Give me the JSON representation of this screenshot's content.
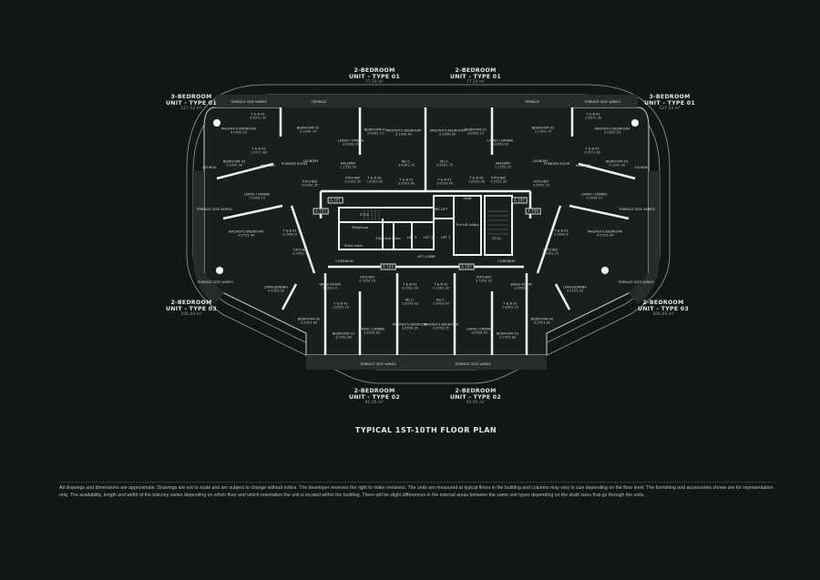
{
  "units": {
    "three_bed_left": {
      "line1": "3-BEDROOM",
      "line2": "UNIT - TYPE 01",
      "area": "127.53 m²"
    },
    "three_bed_right": {
      "line1": "3-BEDROOM",
      "line2": "UNIT - TYPE 01",
      "area": "127.53 m²"
    },
    "two_bed_t01_left": {
      "line1": "2-BEDROOM",
      "line2": "UNIT - TYPE 01",
      "area": "77.20 m²"
    },
    "two_bed_t01_right": {
      "line1": "2-BEDROOM",
      "line2": "UNIT - TYPE 01",
      "area": "77.20 m²"
    },
    "two_bed_t03_left": {
      "line1": "2-BEDROOM",
      "line2": "UNIT - TYPE 03",
      "area": "106.44 m²"
    },
    "two_bed_t03_right": {
      "line1": "2-BEDROOM",
      "line2": "UNIT - TYPE 03",
      "area": "106.44 m²"
    },
    "two_bed_t02_left": {
      "line1": "2-BEDROOM",
      "line2": "UNIT - TYPE 02",
      "area": "91.05 m²"
    },
    "two_bed_t02_right": {
      "line1": "2-BEDROOM",
      "line2": "UNIT - TYPE 02",
      "area": "91.05 m²"
    }
  },
  "rooms": [
    {
      "name": "TERRACE SIZE VARIES",
      "area": ""
    },
    {
      "name": "T & B 01",
      "area": "3.6071.90"
    },
    {
      "name": "MASTER'S BEDROOM",
      "area": "4.0005.20"
    },
    {
      "name": "BEDROOM 02",
      "area": "3.1094.74"
    },
    {
      "name": "T & B 02",
      "area": "2.0071.80"
    },
    {
      "name": "BEDROOM 03",
      "area": "3.2002.40"
    },
    {
      "name": "HALLWAY",
      "area": ""
    },
    {
      "name": "POWDER ROOM",
      "area": ""
    },
    {
      "name": "LAUNDRY",
      "area": ""
    },
    {
      "name": "LIVING / DINING",
      "area": "7.0006.15"
    },
    {
      "name": "KITCHEN",
      "area": "3.5002.50"
    },
    {
      "name": "TERRACE SIZE VARIES",
      "area": ""
    },
    {
      "name": "MASTER'S BEDROOM",
      "area": "4.0753.44"
    },
    {
      "name": "T & B 01",
      "area": "2.0006.0"
    },
    {
      "name": "KITCHEN",
      "area": "3.5052.25"
    },
    {
      "name": "TERRACE SIZE VARIES",
      "area": ""
    },
    {
      "name": "LIVING/DINING",
      "area": "4.4555.00"
    },
    {
      "name": "WASH ROOM",
      "area": "1.6003.0"
    },
    {
      "name": "T & B 01",
      "area": "1.8052.15"
    },
    {
      "name": "BEDROOM 02",
      "area": "4.0053.80"
    },
    {
      "name": "BEDROOM 01",
      "area": "3.2503.80"
    },
    {
      "name": "LIVING / DINING",
      "area": "3.6556.65"
    },
    {
      "name": "KITCHEN",
      "area": "3.7052.20"
    },
    {
      "name": "T & B 01",
      "area": "3.1002.40"
    },
    {
      "name": "W.I.C.",
      "area": "1.8053.43"
    },
    {
      "name": "MASTER'S BEDROOM",
      "area": "3.6556.35"
    },
    {
      "name": "TERRACE SIZE VARIES",
      "area": ""
    },
    {
      "name": "TERRACE",
      "area": ""
    },
    {
      "name": "LIVING / DINING",
      "area": "3.6056.20"
    },
    {
      "name": "BEDROOM 01",
      "area": "3.6005.15"
    },
    {
      "name": "MASTER'S BEDROOM",
      "area": "3.5006.60"
    },
    {
      "name": "HALLWAY",
      "area": "1.1553.50"
    },
    {
      "name": "W.I.C.",
      "area": "3.6301.75"
    },
    {
      "name": "KITCHEN",
      "area": "3.2052.50"
    },
    {
      "name": "T & B 02",
      "area": "1.8053.40"
    },
    {
      "name": "T & B 01",
      "area": "3.6053.60"
    },
    {
      "name": "LOUNGE",
      "area": ""
    },
    {
      "name": "CORRIDOR",
      "area": ""
    }
  ],
  "core": {
    "st02": "ST-02",
    "st01": "ST-01",
    "telephone": "Telephone",
    "electrical": "Electrical room",
    "store": "Store room",
    "lift3": "LIFT 3",
    "lift2": "LIFT 2",
    "lift1": "LIFT 1",
    "fire_lift": "FIRE LIFT",
    "fire_lift_lobby": "Fire Lift Lobby",
    "lift_lobby": "LIFT LOBBY",
    "shaft": "Shaft"
  },
  "tags": [
    "A-101",
    "A-102",
    "A-103",
    "A-104",
    "A-105",
    "A-106"
  ],
  "title": "TYPICAL 1ST-10TH FLOOR PLAN",
  "disclaimer": "All drawings and dimensions are approximate. Drawings are not to scale and are subject to change without notice. The developer reserves the right to make revisions. The units are measured at typical floors in the building and columns may vary in size depending on the floor level. The furnishing and accessories shown are for representation only. The availability, length and width of the balcony varies depending on which floor and which orientation the unit is located within the building. There will be slight differences in the internal areas between the same unit types depending on the shaft sizes that go through the units."
}
